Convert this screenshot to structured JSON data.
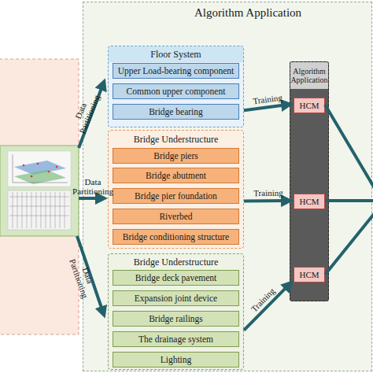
{
  "diagram": {
    "nodes": [
      {
        "text": [
          "Algorithm Application"
        ]
      },
      {
        "text": [
          "Floor System"
        ],
        "in": 0
      },
      {
        "text": [
          "Upper Load-bearing component"
        ],
        "in": 1
      },
      {
        "text": [
          "Common upper component"
        ],
        "in": 1
      },
      {
        "text": [
          "Bridge bearing"
        ],
        "in": 1
      },
      {
        "text": [
          "Bridge Understructure"
        ],
        "in": 0
      },
      {
        "text": [
          "Bridge piers"
        ],
        "in": 5
      },
      {
        "text": [
          "Bridge abutment"
        ],
        "in": 5
      },
      {
        "text": [
          "Bridge pier foundation"
        ],
        "in": 5
      },
      {
        "text": [
          "Riverbed"
        ],
        "in": 5
      },
      {
        "text": [
          "Bridge conditioning structure"
        ],
        "in": 5
      },
      {
        "text": [
          "Bridge Understructure"
        ],
        "in": 0
      },
      {
        "text": [
          "Bridge deck pavement"
        ],
        "in": 11
      },
      {
        "text": [
          "Expansion joint device"
        ],
        "in": 11
      },
      {
        "text": [
          "Bridge railings"
        ],
        "in": 11
      },
      {
        "text": [
          "The drainage system"
        ],
        "in": 11
      },
      {
        "text": [
          "Lighting"
        ],
        "in": 11
      },
      {
        "text": [
          "Algorithm Application"
        ],
        "in": 0
      },
      {
        "text": [
          "HCM"
        ],
        "in": 17
      },
      {
        "text": [
          "HCM"
        ],
        "in": 17
      },
      {
        "text": [
          "HCM"
        ],
        "in": 17
      }
    ],
    "edges": [
      {
        "from": 1,
        "to": 18,
        "label": "Training",
        "arrow": "to"
      },
      {
        "from": 5,
        "to": 19,
        "label": "Training",
        "arrow": "to"
      },
      {
        "from": 11,
        "to": 20,
        "label": "Training",
        "arrow": "to"
      }
    ],
    "labels": [
      "Data Partitioning",
      "Data Partitioning",
      "Data Partitioning"
    ]
  }
}
